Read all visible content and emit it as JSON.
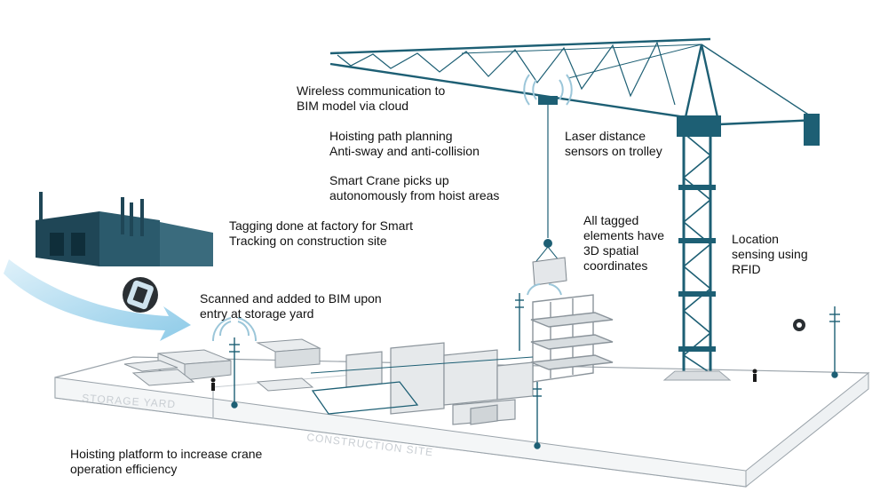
{
  "annotations": {
    "wireless": [
      "Wireless communication to",
      "BIM model via cloud"
    ],
    "hoisting_path": [
      "Hoisting path planning",
      "Anti-sway and anti-collision"
    ],
    "smart_crane": [
      "Smart Crane picks up",
      "autonomously from hoist areas"
    ],
    "laser": [
      "Laser distance",
      "sensors on trolley"
    ],
    "tagging": [
      "Tagging done at factory for Smart",
      "Tracking on construction site"
    ],
    "tagged_elements": [
      "All tagged",
      "elements have",
      "3D spatial",
      "coordinates"
    ],
    "location": [
      "Location",
      "sensing using",
      "RFID"
    ],
    "scanned": [
      "Scanned and added to BIM upon",
      "entry at storage yard"
    ],
    "platform": [
      "Hoisting platform to increase crane",
      "operation efficiency"
    ]
  },
  "zones": {
    "storage_yard": "STORAGE YARD",
    "construction_site": "CONSTRUCTION SITE"
  },
  "colors": {
    "crane": "#1d5f74",
    "factory": "#1f4656",
    "signal": "#9bc6d9",
    "arrow": "#9fd1ea",
    "outline": "#c7cdd2"
  },
  "icons": [
    "crane",
    "factory",
    "rfid-tag",
    "signal-waves",
    "antenna-pole",
    "worker",
    "building-frame"
  ]
}
